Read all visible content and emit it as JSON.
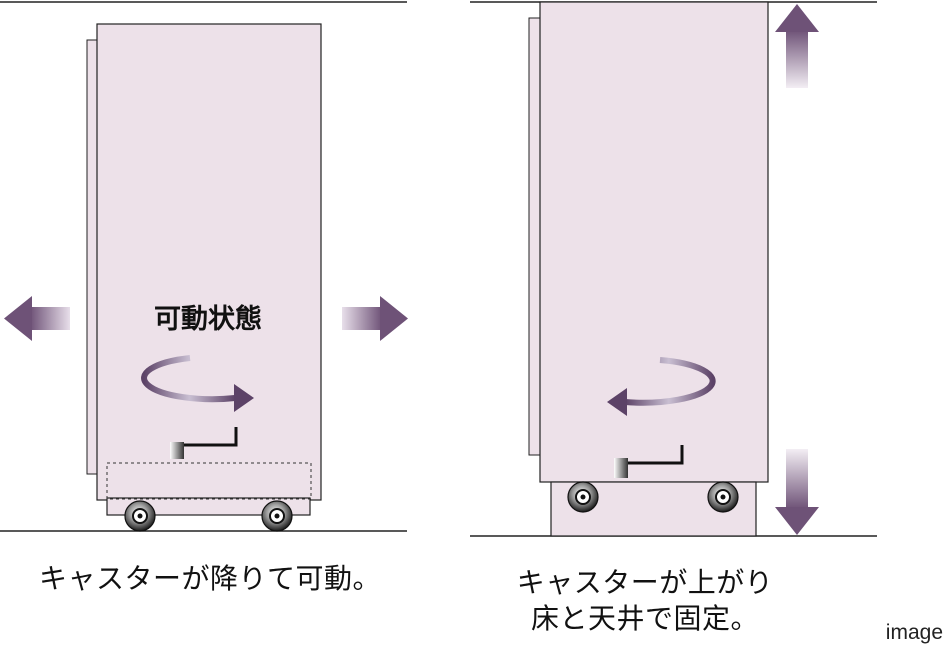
{
  "labels": {
    "movable_state": "可動状態",
    "caption_left": "キャスターが降りて可動。",
    "caption_right_line1": "キャスターが上がり",
    "caption_right_line2": "床と天井で固定。",
    "note": "image"
  },
  "colors": {
    "cabinet_fill": "#ede1e9",
    "outline": "#222222",
    "arrow_dark": "#6e5277",
    "arrow_light": "#ffffff"
  }
}
